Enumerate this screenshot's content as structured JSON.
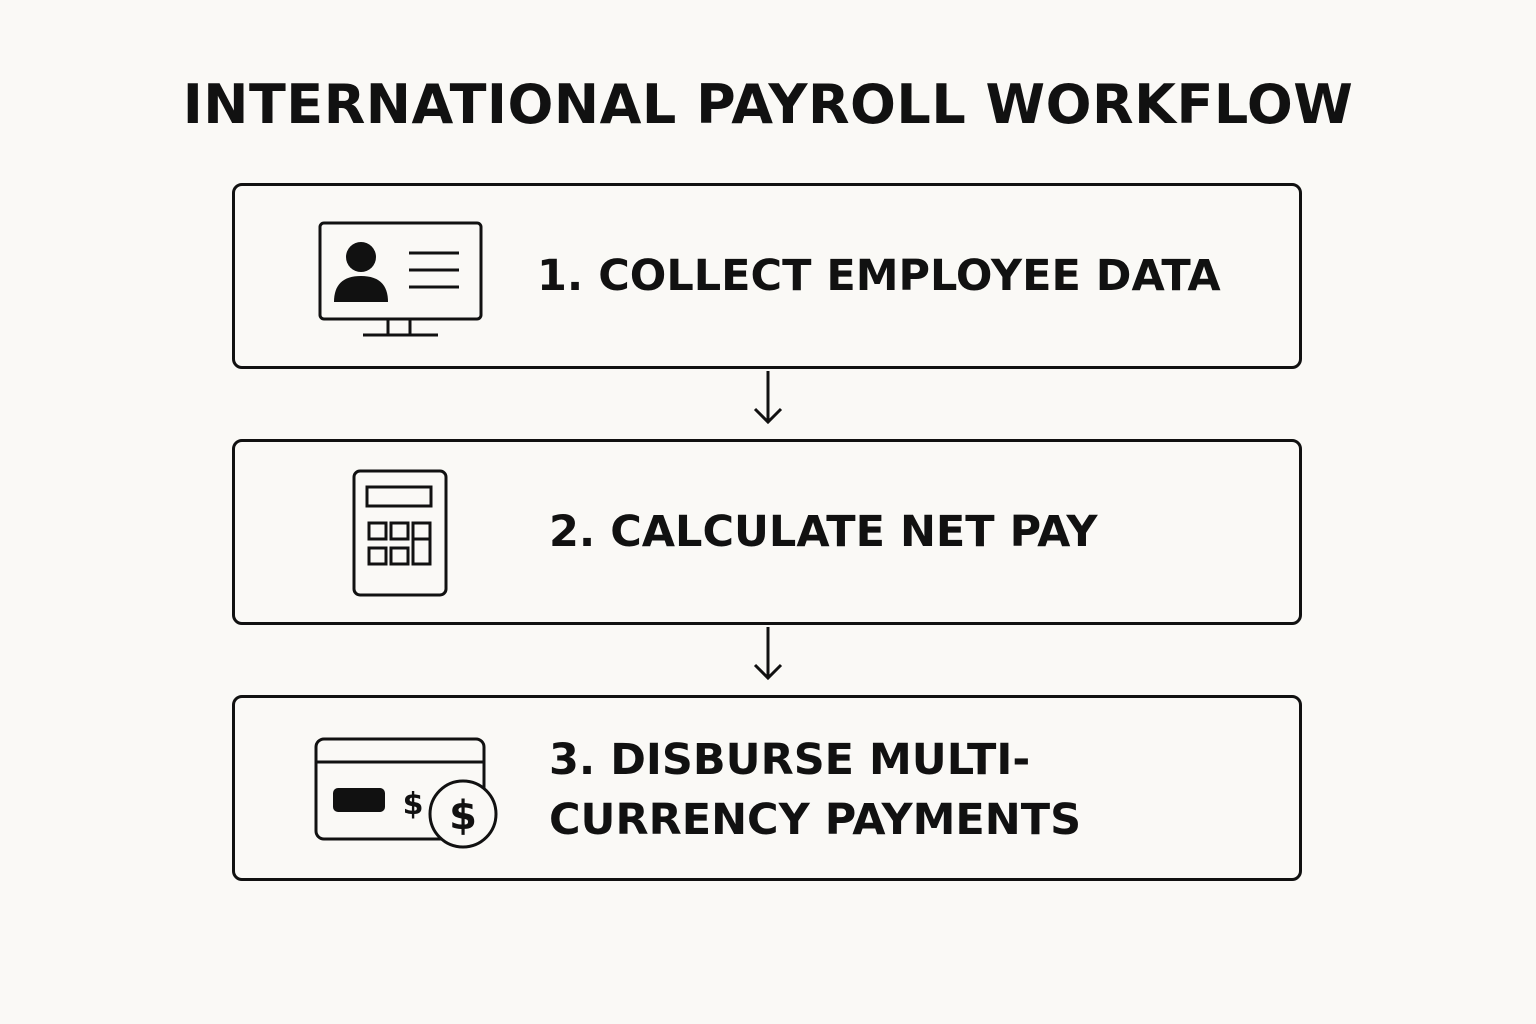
{
  "title": "INTERNATIONAL PAYROLL WORKFLOW",
  "steps": [
    {
      "label": "1. COLLECT EMPLOYEE DATA",
      "icon": "employee-monitor-icon"
    },
    {
      "label": "2. CALCULATE NET PAY",
      "icon": "calculator-icon"
    },
    {
      "label_line1": "3. DISBURSE MULTI-",
      "label_line2": "CURRENCY PAYMENTS",
      "icon": "card-dollar-icon"
    }
  ],
  "icon_text": {
    "dollar_small": "$",
    "dollar_coin": "$"
  },
  "colors": {
    "background": "#faf9f6",
    "ink": "#111111"
  }
}
